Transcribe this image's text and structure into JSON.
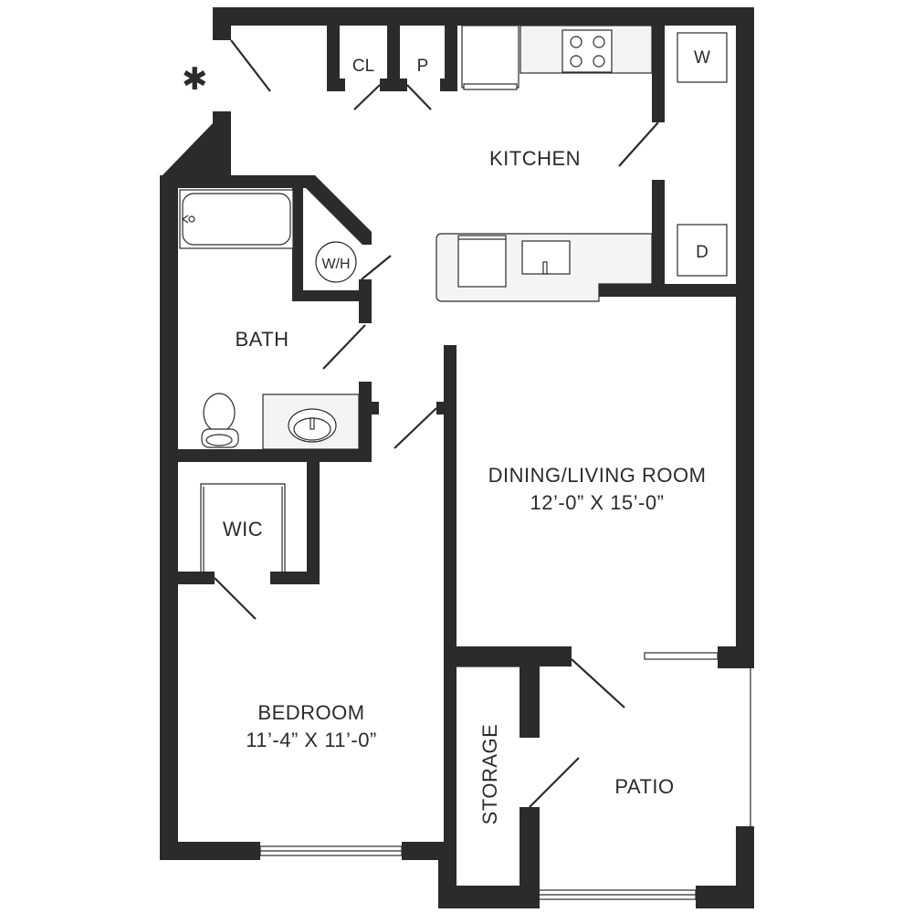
{
  "colors": {
    "wall": "#2b2b2e",
    "background": "#ffffff"
  },
  "compass_symbol": "✱",
  "rooms": {
    "kitchen": "KITCHEN",
    "bath": "BATH",
    "closet": "CL",
    "pantry": "P",
    "water_heater": "W/H",
    "washer": "W",
    "dryer": "D",
    "wic": "WIC",
    "dining_living": "DINING/LIVING ROOM",
    "dining_living_dims": "12’-0” X 15’-0”",
    "bedroom": "BEDROOM",
    "bedroom_dims": "11’-4” X 11’-0”",
    "storage": "STORAGE",
    "patio": "PATIO"
  }
}
